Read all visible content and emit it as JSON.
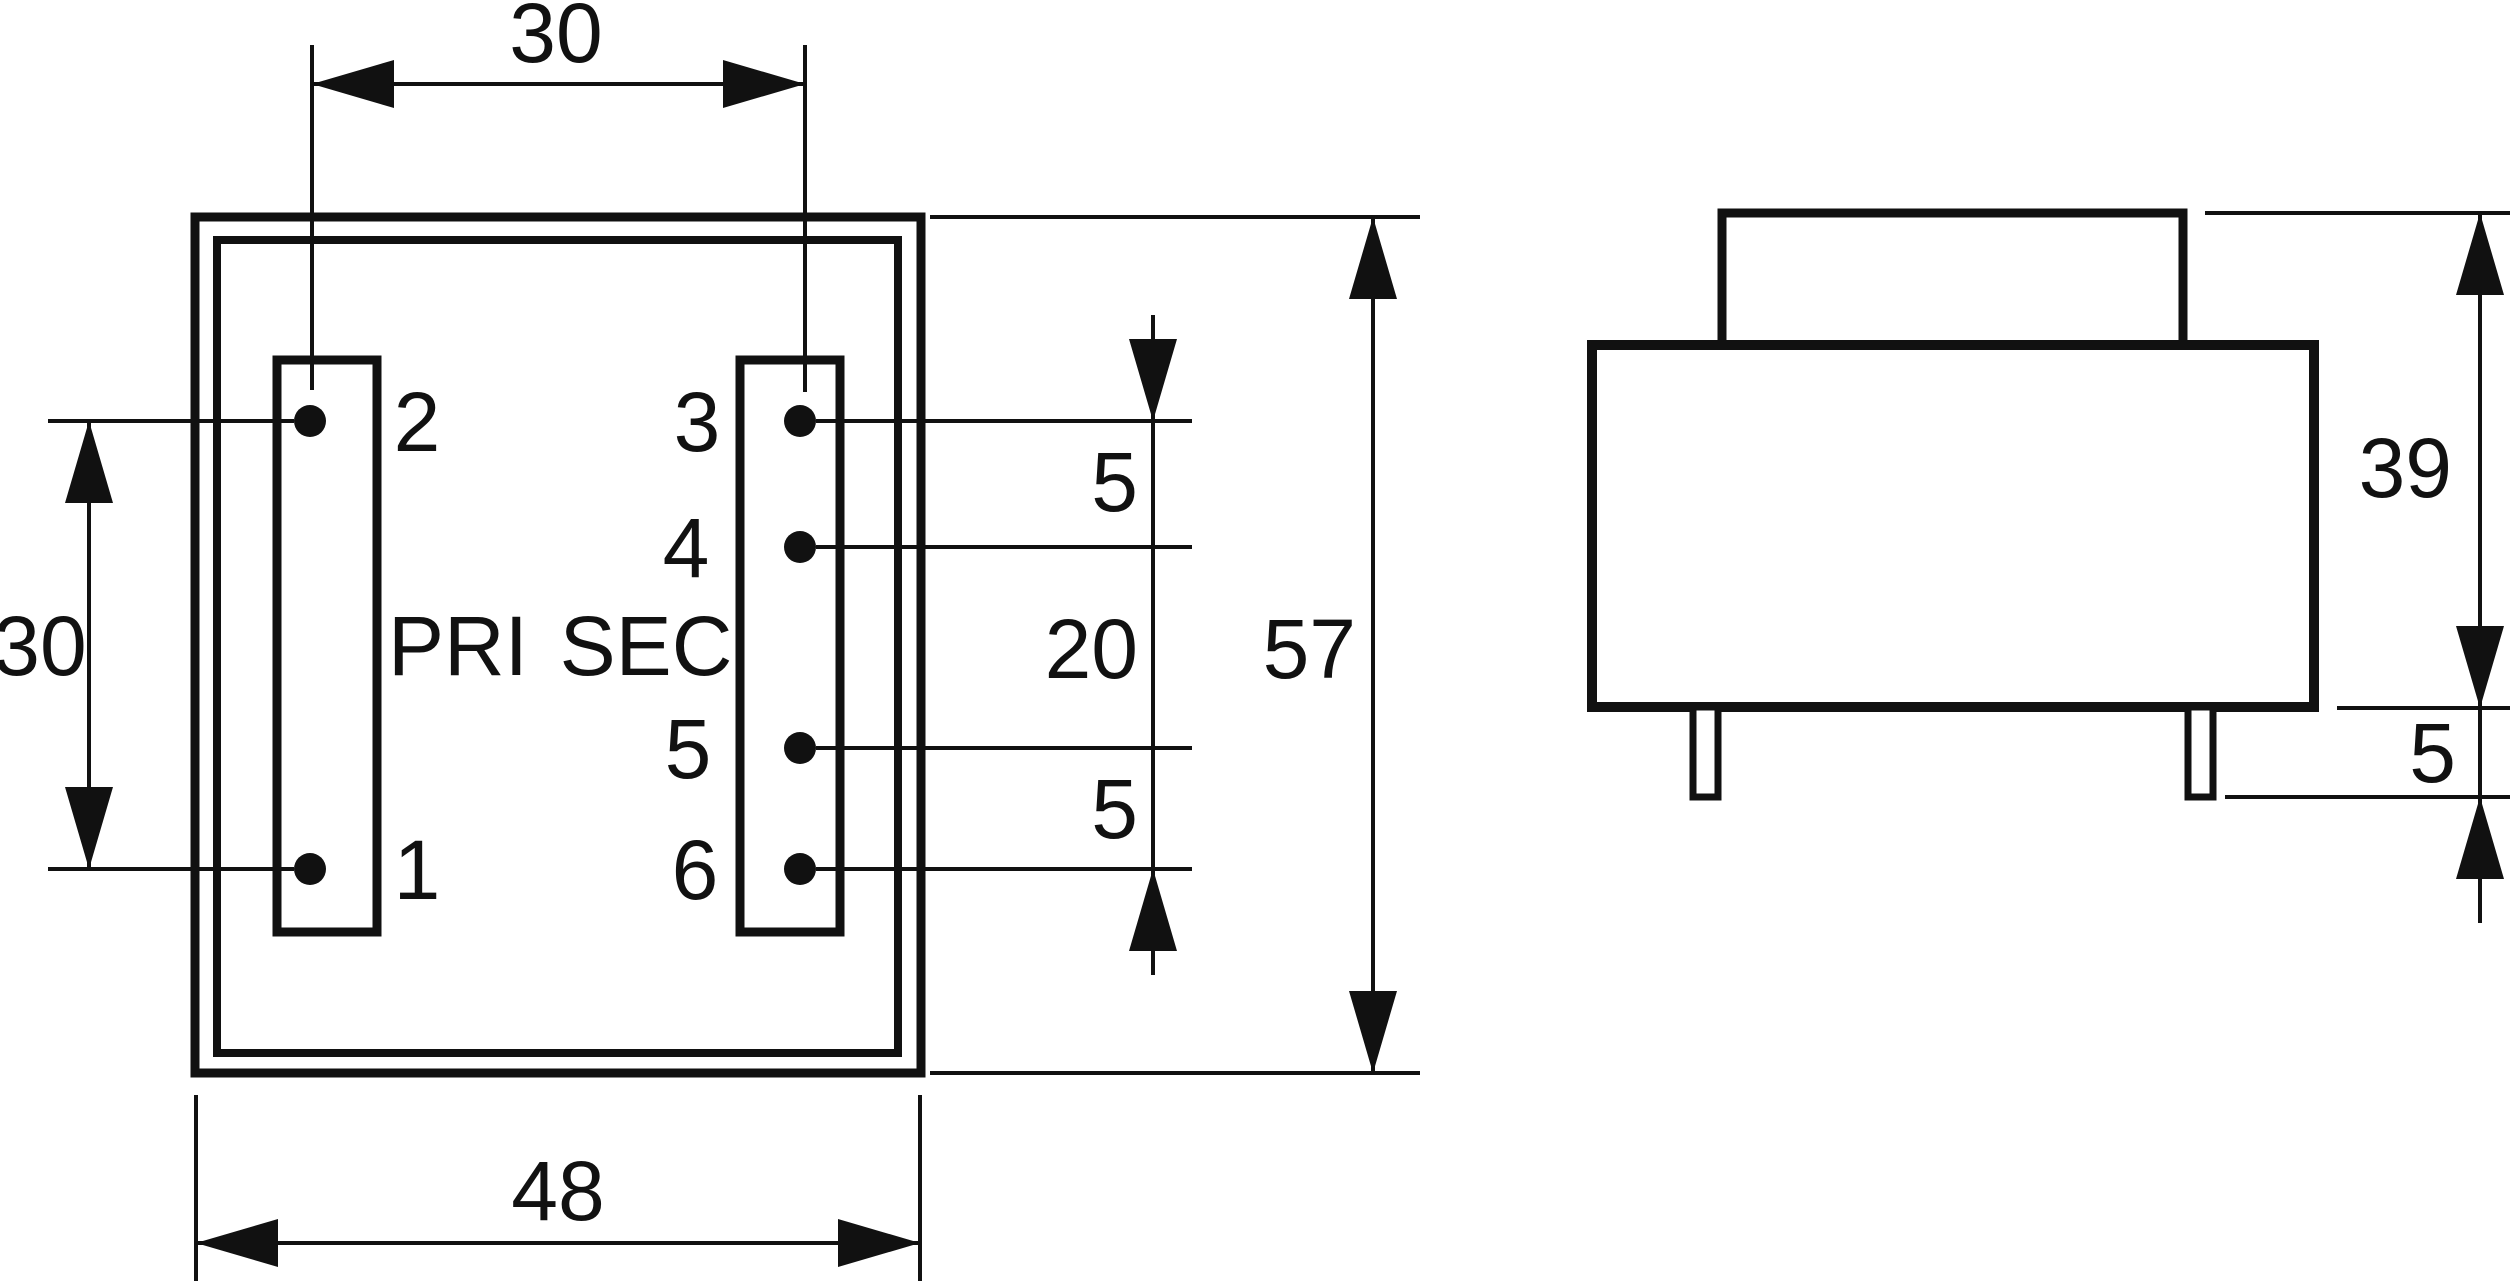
{
  "drawing": {
    "type": "transformer-pinout-dimension-drawing",
    "colors": {
      "ink": "#111111",
      "paper": "#ffffff"
    },
    "front_view": {
      "winding_labels": {
        "primary": "PRI",
        "secondary": "SEC"
      },
      "pin_labels": {
        "p1": "1",
        "p2": "2",
        "p3": "3",
        "p4": "4",
        "p5": "5",
        "p6": "6"
      }
    },
    "dimensions": {
      "pin_column_spacing": "30",
      "primary_pin_spacing": "30",
      "package_width": "48",
      "package_depth": "57",
      "sec_gap_3_4": "5",
      "sec_gap_4_5": "20",
      "sec_gap_5_6": "5",
      "package_height": "39",
      "pin_length": "5"
    }
  }
}
